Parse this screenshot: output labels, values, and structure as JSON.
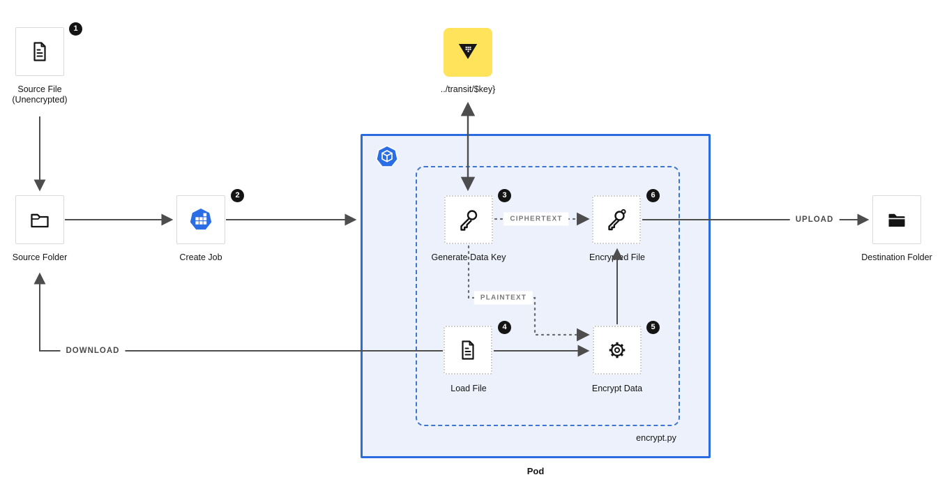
{
  "diagram": {
    "nodes": {
      "source_file": {
        "label": "Source File",
        "sublabel": "(Unencrypted)",
        "badge": "1"
      },
      "source_folder": {
        "label": "Source Folder"
      },
      "create_job": {
        "label": "Create Job",
        "badge": "2"
      },
      "vault": {
        "label": "../transit/$key}"
      },
      "generate_data_key": {
        "label": "Generate Data Key",
        "badge": "3"
      },
      "encrypted_file": {
        "label": "Encrypted File",
        "badge": "6"
      },
      "load_file": {
        "label": "Load File",
        "badge": "4"
      },
      "encrypt_data": {
        "label": "Encrypt Data",
        "badge": "5"
      },
      "destination_folder": {
        "label": "Destination Folder"
      },
      "pod": {
        "label": "Pod"
      },
      "script": {
        "label": "encrypt.py"
      }
    },
    "edge_labels": {
      "ciphertext": "CIPHERTEXT",
      "plaintext": "PLAINTEXT",
      "upload": "UPLOAD",
      "download": "DOWNLOAD"
    },
    "colors": {
      "pod_border": "#2a6ce0",
      "pod_fill": "#edf1fb",
      "dashed_border": "#3b77d0",
      "vault_yellow": "#FFE35A",
      "kubernetes_blue": "#2b6de4",
      "badge": "#141414",
      "wire": "#4d4d4d"
    }
  }
}
